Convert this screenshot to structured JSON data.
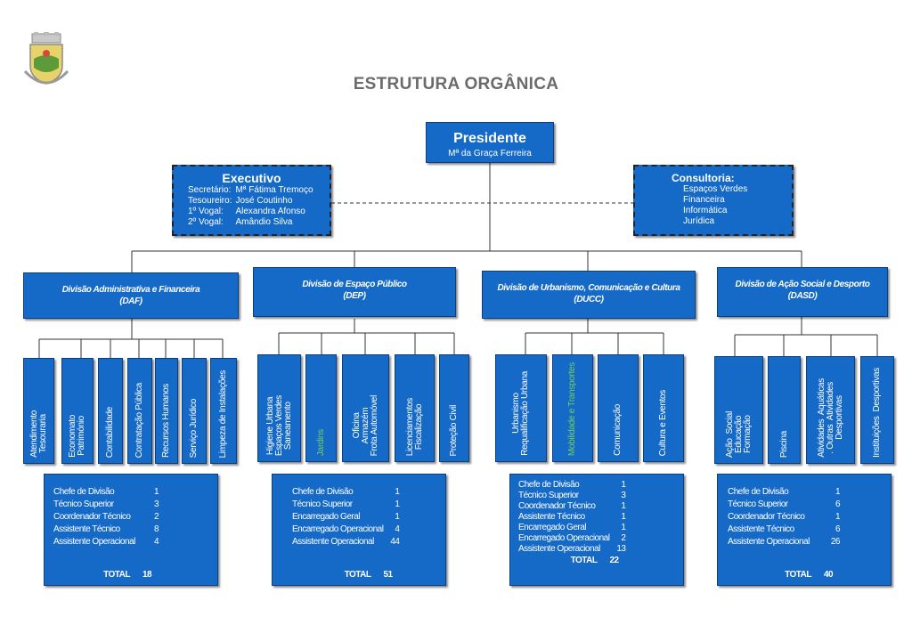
{
  "page": {
    "title": "ESTRUTURA ORGÂNICA"
  },
  "colors": {
    "box_fill": "#1569c7",
    "box_border": "#0b3f80",
    "title": "#6b6b6b",
    "highlight_text": "#6fcf5a"
  },
  "president": {
    "title": "Presidente",
    "name": "Mª da Graça Ferreira"
  },
  "executivo": {
    "title": "Executivo",
    "members": [
      {
        "role": "Secretário:",
        "name": "Mª Fátima Tremoço"
      },
      {
        "role": "Tesoureiro:",
        "name": "José Coutinho"
      },
      {
        "role": "1º Vogal:",
        "name": "Alexandra Afonso"
      },
      {
        "role": "2º Vogal:",
        "name": "Amândio Silva"
      }
    ]
  },
  "consultoria": {
    "title": "Consultoria:",
    "items": [
      "Espaços Verdes",
      "Financeira",
      "Informática",
      "Jurídica"
    ]
  },
  "divisions": [
    {
      "name": "Divisão Administrativa e Financeira",
      "abbr": "(DAF)",
      "units": [
        {
          "label": "Atendimento\nTesouraria"
        },
        {
          "label": "Economato\nPatrimónio"
        },
        {
          "label": "Contabilidade"
        },
        {
          "label": "Contratação Pública"
        },
        {
          "label": "Recursos Humanos"
        },
        {
          "label": "Serviço Jurídico"
        },
        {
          "label": "Limpeza de Instalações"
        }
      ],
      "staff": [
        {
          "role": "Chefe de Divisão",
          "count": "1"
        },
        {
          "role": "Técnico Superior",
          "count": "3"
        },
        {
          "role": "Coordenador Técnico",
          "count": "2"
        },
        {
          "role": "Assistente Técnico",
          "count": "8"
        },
        {
          "role": "Assistente Operacional",
          "count": "4"
        }
      ],
      "total_label": "TOTAL",
      "total": "18"
    },
    {
      "name": "Divisão de Espaço Público",
      "abbr": "(DEP)",
      "units": [
        {
          "label": "Higiene Urbana\nEspaços Verdes\nSaneamento"
        },
        {
          "label": "Jardins",
          "highlight": true
        },
        {
          "label": "Oficina\nArmazém\nFrota Automóvel"
        },
        {
          "label": "Licenciamentos\nFiscalização"
        },
        {
          "label": "Proteção Civil"
        }
      ],
      "staff": [
        {
          "role": "Chefe de Divisão",
          "count": "1"
        },
        {
          "role": "Técnico Superior",
          "count": "1"
        },
        {
          "role": "Encarregado Geral",
          "count": "1"
        },
        {
          "role": "Encarregado Operacional",
          "count": "4"
        },
        {
          "role": "Assistente Operacional",
          "count": "44"
        }
      ],
      "total_label": "TOTAL",
      "total": "51"
    },
    {
      "name": "Divisão de Urbanismo, Comunicação e Cultura",
      "abbr": "(DUCC)",
      "units": [
        {
          "label": "Urbanismo\nRequalificação Urbana"
        },
        {
          "label": "Mobilidade e Transportes",
          "highlight": true
        },
        {
          "label": "Comunicação"
        },
        {
          "label": "Cultura e Eventos"
        }
      ],
      "staff": [
        {
          "role": "Chefe de Divisão",
          "count": "1"
        },
        {
          "role": "Técnico Superior",
          "count": "3"
        },
        {
          "role": "Coordenador Técnico",
          "count": "1"
        },
        {
          "role": "Assistente Técnico",
          "count": "1"
        },
        {
          "role": "Encarregado Geral",
          "count": "1"
        },
        {
          "role": "Encarregado Operacional",
          "count": "2"
        },
        {
          "role": "Assistente Operacional",
          "count": "13"
        }
      ],
      "total_label": "TOTAL",
      "total": "22"
    },
    {
      "name": "Divisão de Ação Social e Desporto",
      "abbr": "(DASD)",
      "units": [
        {
          "label": "Ação  Social\nEducação\nFormação"
        },
        {
          "label": "Piscina"
        },
        {
          "label": "Atividades  Aquáticas\n. Outras  Atividades\nDesportivas"
        },
        {
          "label": "Instituições  Desportivas"
        }
      ],
      "staff": [
        {
          "role": "Chefe de Divisão",
          "count": "1"
        },
        {
          "role": "Técnico Superior",
          "count": "6"
        },
        {
          "role": "Coordenador Técnico",
          "count": "1"
        },
        {
          "role": "Assistente Técnico",
          "count": "6"
        },
        {
          "role": "Assistente Operacional",
          "count": "26"
        }
      ],
      "total_label": "TOTAL",
      "total": "40"
    }
  ]
}
